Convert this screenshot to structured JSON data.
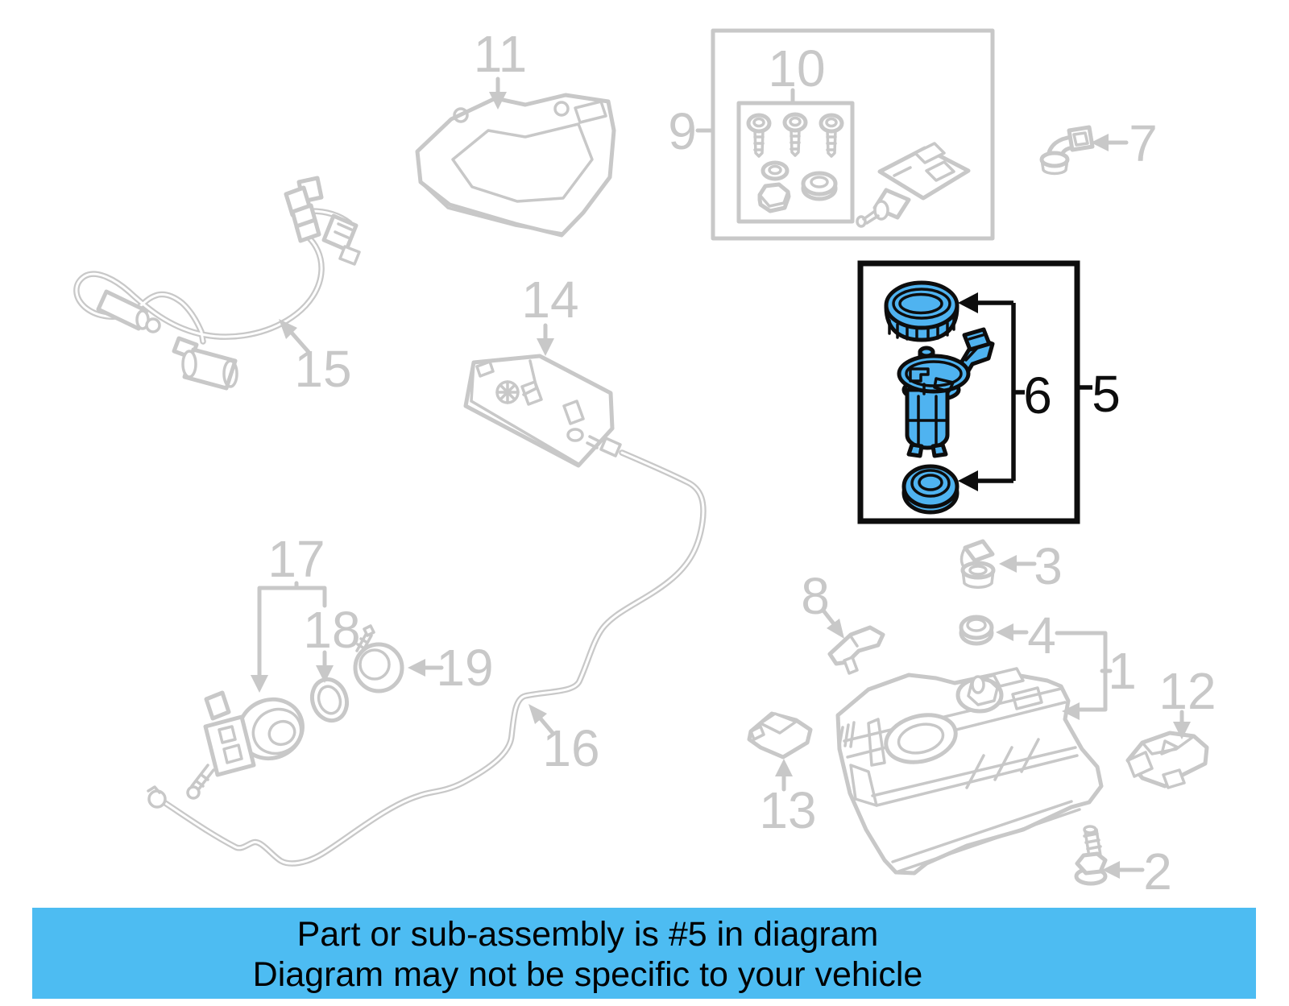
{
  "banner": {
    "line1": "Part or sub-assembly is #5 in diagram",
    "line2": "Diagram may not be specific to your vehicle",
    "background_color": "#4dbcf2",
    "text_color": "#000000"
  },
  "diagram": {
    "type": "auto-parts-exploded-diagram",
    "subject": "fuel pump / fuel tank assembly",
    "highlighted_part_number": "5",
    "line_color": "#c8c8c8",
    "highlight_fill": "#4fb3f0",
    "highlight_outline": "#0d0d0d",
    "callouts": {
      "1": "1",
      "2": "2",
      "3": "3",
      "4": "4",
      "5": "5",
      "6": "6",
      "7": "7",
      "8": "8",
      "9": "9",
      "10": "10",
      "11": "11",
      "12": "12",
      "13": "13",
      "14": "14",
      "15": "15",
      "16": "16",
      "17": "17",
      "18": "18",
      "19": "19"
    }
  }
}
